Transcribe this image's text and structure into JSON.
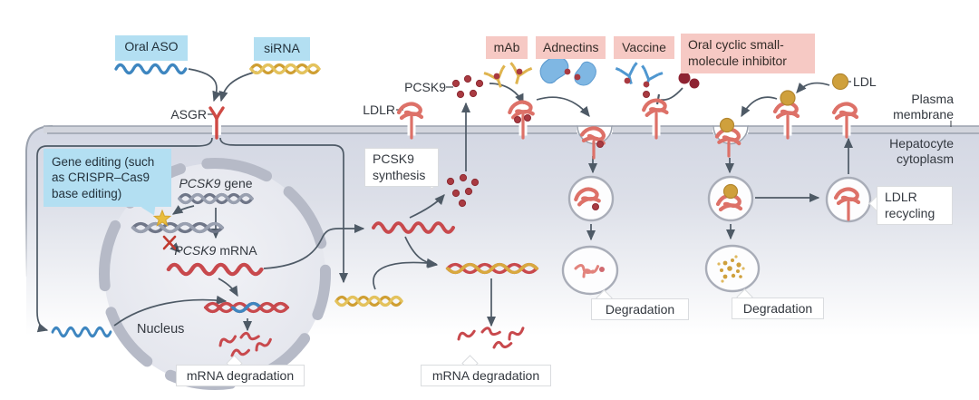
{
  "figure": {
    "type": "signaling-pathway-diagram",
    "topic": "PCSK9-targeted therapies acting on a hepatocyte"
  },
  "therapies": {
    "oral_aso": "Oral ASO",
    "sirna": "siRNA",
    "gene_editing": "Gene editing (such as CRISPR–Cas9 base editing)",
    "mab": "mAb",
    "adnectins": "Adnectins",
    "vaccine": "Vaccine",
    "oral_cyclic_inhibitor": "Oral cyclic small-molecule inhibitor"
  },
  "molecules": {
    "asgr": "ASGR",
    "pcsk9": "PCSK9",
    "ldlr": "LDLR",
    "ldl": "LDL",
    "pcsk9_gene": {
      "symbol": "PCSK9",
      "word": "gene"
    },
    "pcsk9_mrna": {
      "symbol": "PCSK9",
      "word": "mRNA"
    }
  },
  "compartments": {
    "plasma_membrane": "Plasma membrane",
    "hepatocyte_cytoplasm": "Hepatocyte cytoplasm",
    "nucleus": "Nucleus"
  },
  "processes": {
    "pcsk9_synthesis": "PCSK9 synthesis",
    "nuclear_mrna_degradation": "mRNA degradation",
    "cytoplasmic_mrna_degradation": "mRNA degradation",
    "ldlr_degradation": "Degradation",
    "ldl_degradation": "Degradation",
    "ldlr_recycling": "LDLR recycling"
  },
  "icons": {
    "aso-strand-icon": "blue single-strand oligonucleotide wave",
    "sirna-duplex-icon": "gold double-strand RNA helix",
    "dna-helix-icon": "grey PCSK9 gene double helix",
    "edit-star-icon": "yellow base-editing star",
    "blocked-x-icon": "red cross (transcription blocked)",
    "mrna-strand-icon": "red mRNA wave",
    "asgr-receptor-icon": "red ASGR receptor in membrane",
    "ldlr-receptor-icon": "salmon LDL-receptor ribbon with stem",
    "pcsk9-dot-icon": "dark red PCSK9 protein dot",
    "mab-antibody-icon": "yellow monoclonal antibody Y shape",
    "vaccine-antibody-icon": "blue vaccine-induced antibody Y shape",
    "adnectin-blob-icon": "blue adnectin protein blob",
    "inhibitor-molecule-icon": "dark red cyclic small-molecule pair",
    "ldl-particle-icon": "gold LDL particle",
    "endosome-icon": "grey-outlined vesicle circle"
  },
  "colors": {
    "rna_therapy_box": "#b3dff2",
    "protein_therapy_box": "#f6c9c4",
    "arrow": "#4e5a66",
    "membrane_band": "#d2d5dd",
    "cytoplasm_top": "#d3d7e3",
    "nucleus_envelope": "#b6bac7",
    "ldlr_receptor": "#dd7168",
    "asgr_receptor": "#cf4a44",
    "pcsk9_protein": "#a93a41",
    "ldl_particle": "#cfa03c",
    "mrna_strand": "#c8494d",
    "aso_strand": "#3e86c0",
    "sirna_strand": "#d8a93f",
    "gene_strand": "#6f7688",
    "inhibitor": "#8e2332"
  }
}
